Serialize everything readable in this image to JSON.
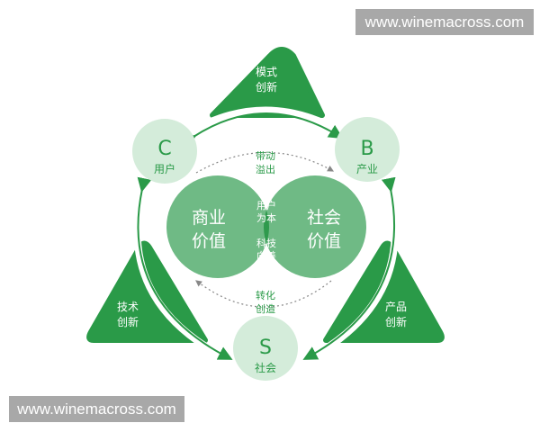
{
  "watermarks": {
    "top_right": "www.winemacross.com",
    "bottom_left": "www.winemacross.com"
  },
  "colors": {
    "dark_green": "#2a9a48",
    "mid_green": "#6fba85",
    "light_green": "#d4ecda",
    "lens": "#2f9a4d",
    "watermark_bg": "#a8a8a8"
  },
  "nodes": {
    "c": {
      "letter": "C",
      "label": "用户"
    },
    "b": {
      "letter": "B",
      "label": "产业"
    },
    "s": {
      "letter": "S",
      "label": "社会"
    }
  },
  "triangles": {
    "top": {
      "line1": "模式",
      "line2": "创新"
    },
    "left": {
      "line1": "技术",
      "line2": "创新"
    },
    "right": {
      "line1": "产品",
      "line2": "创新"
    }
  },
  "venn": {
    "left": {
      "line1": "商业",
      "line2": "价值"
    },
    "right": {
      "line1": "社会",
      "line2": "价值"
    },
    "center": {
      "line1": "用户",
      "line2": "为本",
      "line3": "科技",
      "line4": "向善"
    }
  },
  "flows": {
    "top": {
      "line1": "带动",
      "line2": "溢出"
    },
    "bottom": {
      "line1": "转化",
      "line2": "创造"
    }
  }
}
